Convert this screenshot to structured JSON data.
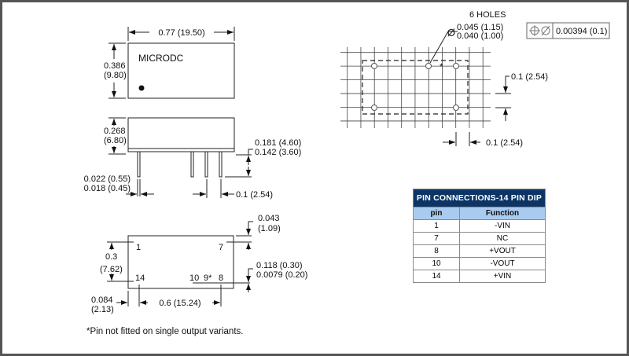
{
  "top_view": {
    "label": "MICRODC",
    "width_dim": "0.77 (19.50)",
    "height_dim_in": "0.386",
    "height_dim_mm": "(9.80)"
  },
  "side_view": {
    "height_dim_in": "0.268",
    "height_dim_mm": "(6.80)",
    "pin_len_1": "0.181 (4.60)",
    "pin_len_2": "0.142 (3.60)",
    "pin_dia_1": "0.022 (0.55)",
    "pin_dia_2": "0.018 (0.45)",
    "pitch": "0.1 (2.54)"
  },
  "bottom_view": {
    "pins": [
      "1",
      "7",
      "14",
      "10",
      "9*",
      "8"
    ],
    "row_spacing_in": "0.3",
    "row_spacing_mm": "(7.62)",
    "offset_in": "0.043",
    "offset_mm": "(1.09)",
    "pin_dim_1": "0.118 (0.30)",
    "pin_dim_2": "0.0079 (0.20)",
    "edge_in": "0.084",
    "edge_mm": "(2.13)",
    "span": "0.6 (15.24)"
  },
  "pcb_layout": {
    "holes_label": "6 HOLES",
    "hole_dia_1": "0.045 (1.15)",
    "hole_dia_2": "0.040 (1.00)",
    "diameter_symbol": "Ø",
    "tolerance": "0.00394 (0.1)",
    "grid_v": "0.1 (2.54)",
    "grid_h": "0.1 (2.54)"
  },
  "pin_table": {
    "title": "PIN CONNECTIONS-14 PIN DIP",
    "headers": [
      "pin",
      "Function"
    ],
    "rows": [
      {
        "pin": "1",
        "function": "-VIN"
      },
      {
        "pin": "7",
        "function": "NC"
      },
      {
        "pin": "8",
        "function": "+VOUT"
      },
      {
        "pin": "10",
        "function": "-VOUT"
      },
      {
        "pin": "14",
        "function": "+VIN"
      }
    ],
    "colors": {
      "title_bg": "#0c3566",
      "header_bg": "#a9cbef"
    }
  },
  "footnote": "*Pin not fitted on single output variants."
}
